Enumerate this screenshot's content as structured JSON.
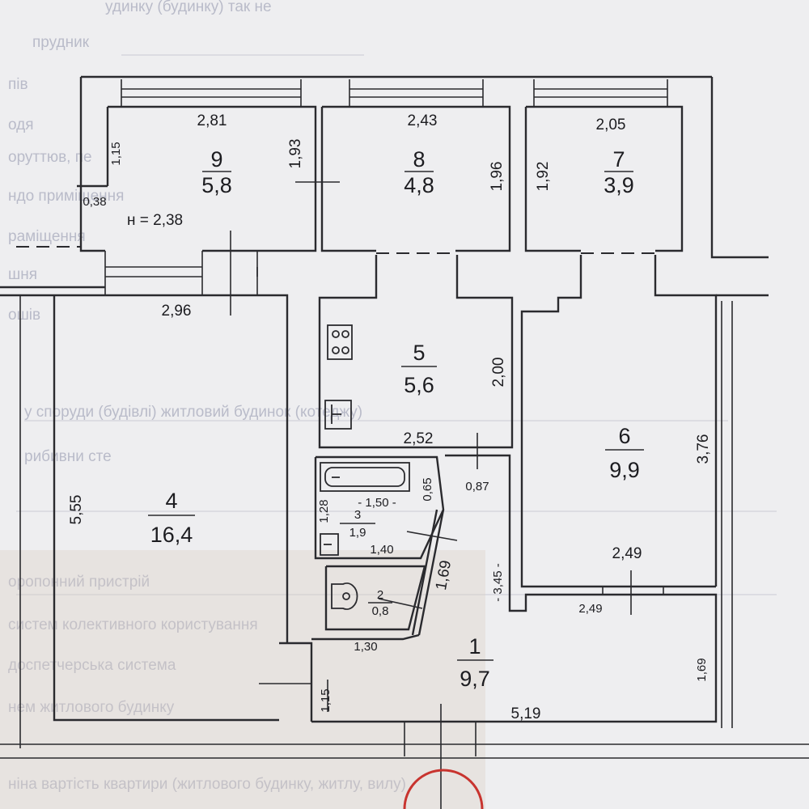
{
  "rooms": [
    {
      "id": "9",
      "number": "9",
      "area": "5,8"
    },
    {
      "id": "8",
      "number": "8",
      "area": "4,8"
    },
    {
      "id": "7",
      "number": "7",
      "area": "3,9"
    },
    {
      "id": "5",
      "number": "5",
      "area": "5,6"
    },
    {
      "id": "6",
      "number": "6",
      "area": "9,9"
    },
    {
      "id": "4",
      "number": "4",
      "area": "16,4"
    },
    {
      "id": "3",
      "number": "3",
      "area": "1,9"
    },
    {
      "id": "2",
      "number": "2",
      "area": "0,8"
    },
    {
      "id": "1",
      "number": "1",
      "area": "9,7"
    }
  ],
  "dimensions": {
    "r9_width": "2,81",
    "r9_height": "1,93",
    "r9_notch_h": "1,15",
    "r9_notch_w": "0,38",
    "ceiling_height": "н = 2,38",
    "r8_width": "2,43",
    "r8_height": "1,96",
    "r7_width": "2,05",
    "r7_height": "1,92",
    "r4_width": "2,96",
    "r4_height": "5,55",
    "r5_height": "2,00",
    "r5_width": "2,52",
    "r6_height": "3,76",
    "r6_width": "2,49",
    "corridor_width": "0,87",
    "r3_height": "1,28",
    "r3_bath": "- 1,50 -",
    "r3_width": "0,65",
    "r3_bottom": "1,40",
    "r2_diag": "1,69",
    "hall_length": "- 3,45 -",
    "r1_width": "2,49",
    "r1_right_h": "1,69",
    "r1_left_w": "1,30",
    "r1_left_h": "1,15",
    "r1_bottom": "5,19"
  },
  "background_text": [
    "удинку (будинку) так не",
    "прудник",
    "пів",
    "одя",
    "оруттюв, пе",
    "ндо приміщення",
    "раміщення",
    "шня",
    "ошів",
    "у споруди (будівлі) житловий будинок (котеджу)",
    "рибивни сте",
    "оропонний пристрій",
    "систем колективного користування",
    "доспетчерська система",
    "нем житлового будинку",
    "ніна вартість квартири (житлового будинку, житлу, вилу)"
  ]
}
